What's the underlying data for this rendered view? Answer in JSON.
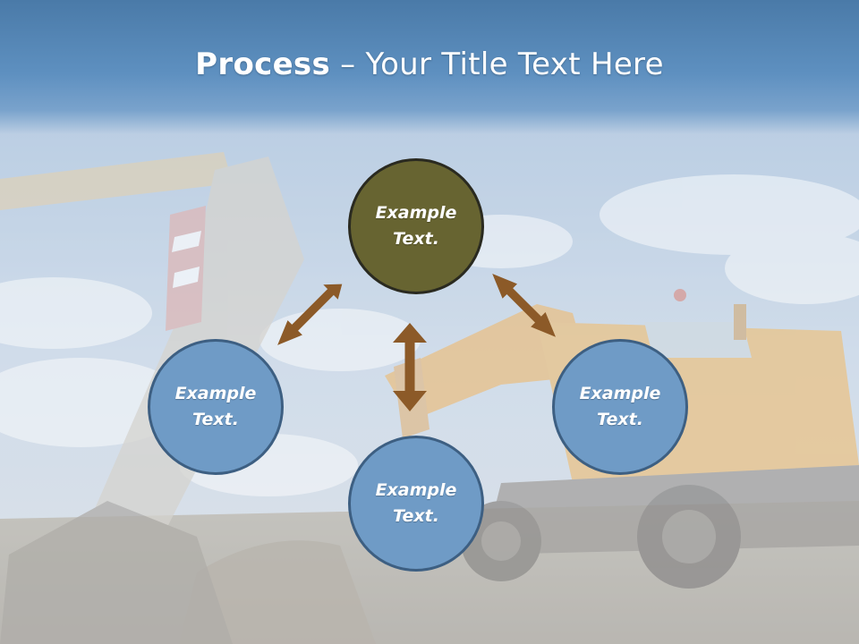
{
  "slide": {
    "title_bold": "Process",
    "title_rest": " – Your Title Text Here"
  },
  "diagram": {
    "center": {
      "text": "Example\nText.",
      "color": "#676431"
    },
    "left": {
      "text": "Example\nText.",
      "color": "#6f9bc6"
    },
    "right": {
      "text": "Example\nText.",
      "color": "#6f9bc6"
    },
    "bottom": {
      "text": "Example\nText.",
      "color": "#6f9bc6"
    },
    "arrow_color": "#8c5a28"
  }
}
